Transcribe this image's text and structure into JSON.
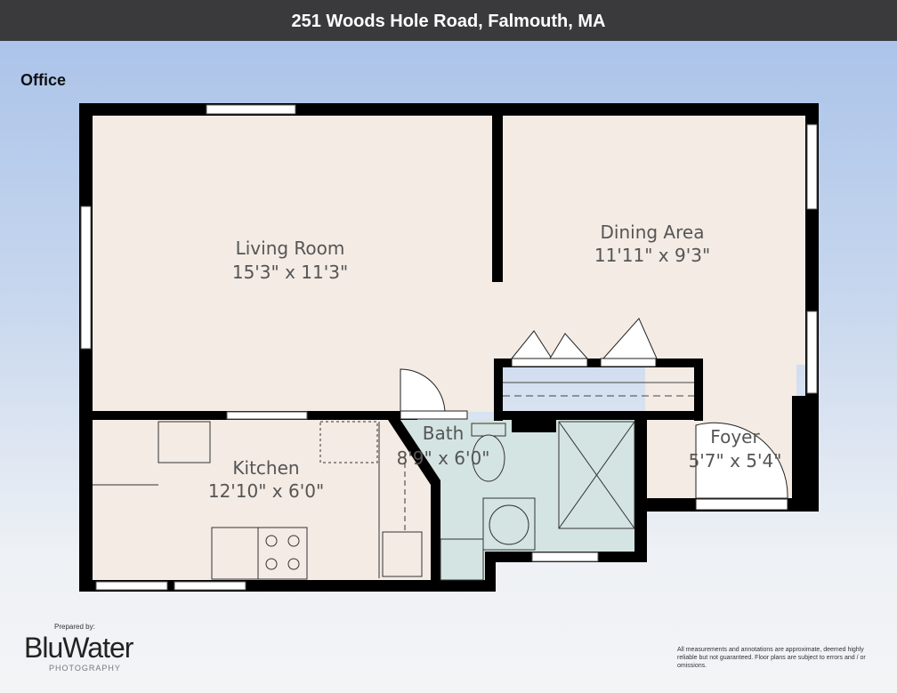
{
  "header": {
    "title": "251 Woods Hole Road, Falmouth, MA"
  },
  "floor": {
    "label": "Office"
  },
  "rooms": [
    {
      "name": "Living Room",
      "size": "15'3\" x 11'3\""
    },
    {
      "name": "Dining Area",
      "size": "11'11\" x 9'3\""
    },
    {
      "name": "Kitchen",
      "size": "12'10\" x 6'0\""
    },
    {
      "name": "Bath",
      "size": "8'9\" x 6'0\""
    },
    {
      "name": "Foyer",
      "size": "5'7\" x 5'4\""
    }
  ],
  "colors": {
    "wall": "#000000",
    "room_fill": "#f3ebe4",
    "bath_fill": "#d4e4e2",
    "header_bg": "#3a3a3c"
  },
  "footer": {
    "prepared_by": "Prepared by:",
    "logo": "BluWater",
    "logo_sub": "PHOTOGRAPHY",
    "disclaimer": "All measurements and annotations are approximate, deemed highly reliable but not guaranteed. Floor plans are subject to errors and / or omissions."
  }
}
